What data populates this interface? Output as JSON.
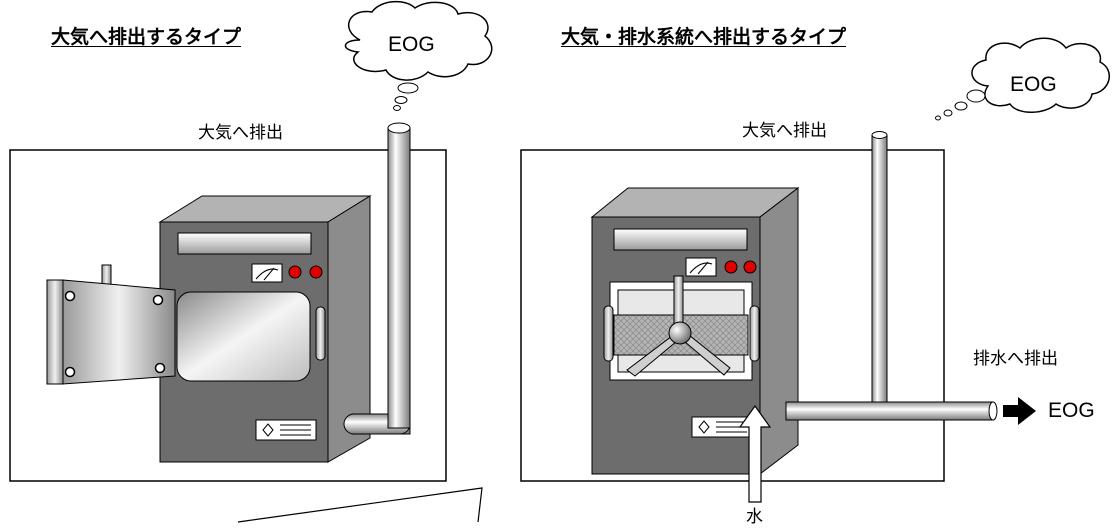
{
  "left_panel": {
    "heading": "大気へ排出するタイプ",
    "vent_label": "大気へ排出",
    "cloud_text": "EOG"
  },
  "right_panel": {
    "heading": "大気・排水系統へ排出するタイプ",
    "vent_label": "大気へ排出",
    "cloud_text": "EOG",
    "drain_label": "排水へ排出",
    "outlet_label": "EOG",
    "water_label": "水"
  },
  "colors": {
    "cabinet_front": "#6d6d6d",
    "cabinet_side": "#8c8c8c",
    "cabinet_top": "#b3b3b3",
    "indicator_lamp": "#e00000",
    "outline": "#000000"
  },
  "icons": [
    "cloud-icon",
    "meter-icon",
    "lamp-icon",
    "pipe-icon",
    "arrow-right-icon",
    "arrow-up-icon"
  ]
}
